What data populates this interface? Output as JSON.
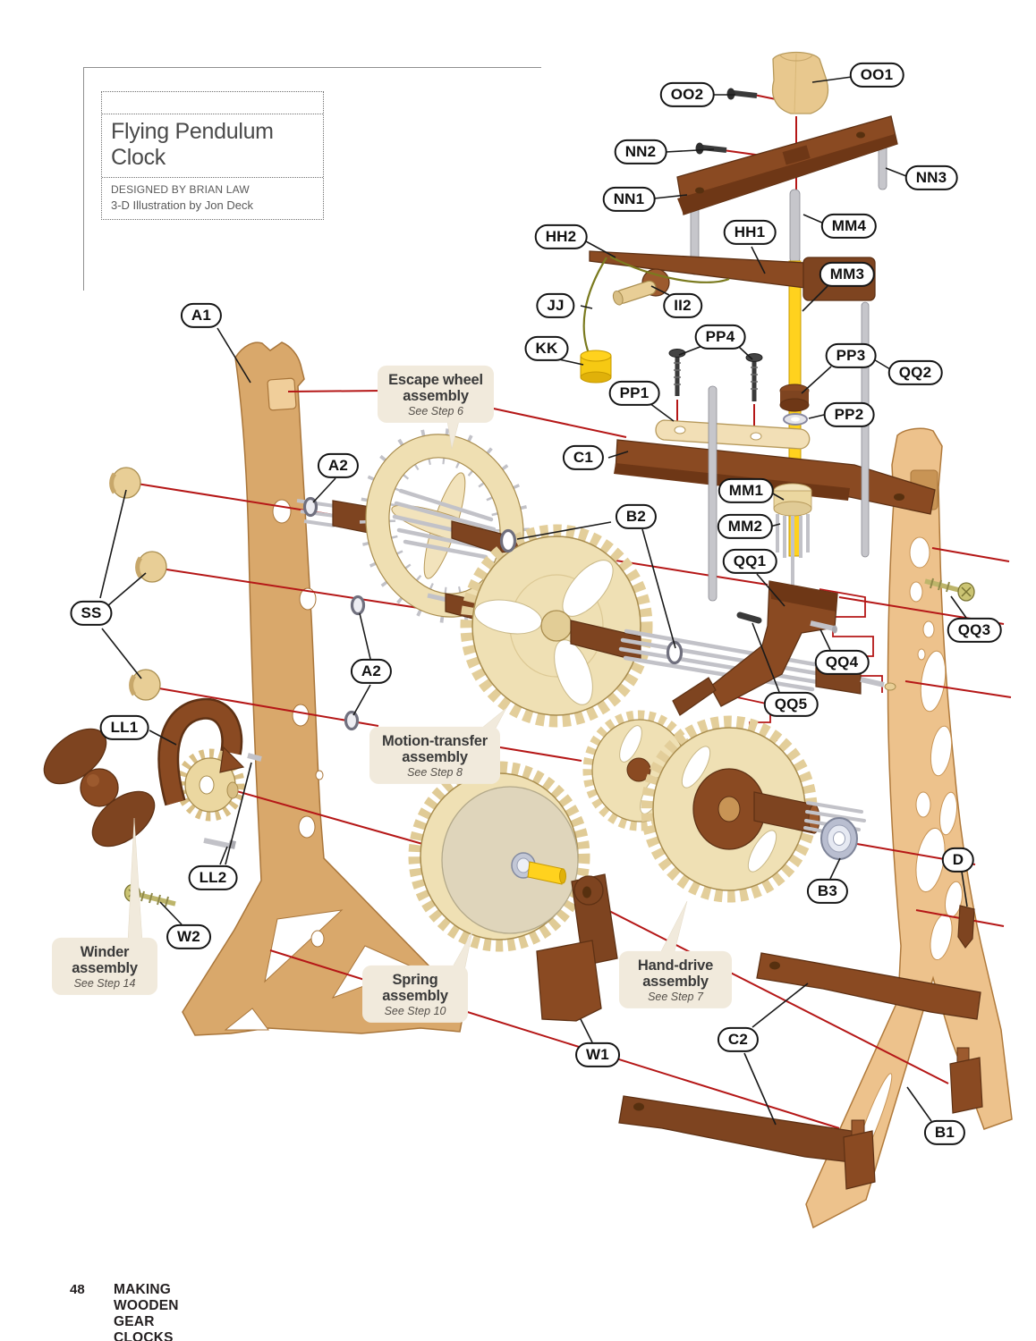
{
  "title_block": {
    "title": "Flying Pendulum Clock",
    "designed_by": "DESIGNED BY BRIAN LAW",
    "illustration_credit": "3-D Illustration by Jon Deck"
  },
  "footer": {
    "page_number": "48",
    "book_title": "MAKING WOODEN GEAR CLOCKS"
  },
  "labels": {
    "A1": "A1",
    "A2": "A2",
    "B1": "B1",
    "B2": "B2",
    "B3": "B3",
    "C1": "C1",
    "C2": "C2",
    "D": "D",
    "HH1": "HH1",
    "HH2": "HH2",
    "II2": "II2",
    "JJ": "JJ",
    "KK": "KK",
    "LL1": "LL1",
    "LL2": "LL2",
    "MM1": "MM1",
    "MM2": "MM2",
    "MM3": "MM3",
    "MM4": "MM4",
    "NN1": "NN1",
    "NN2": "NN2",
    "NN3": "NN3",
    "OO1": "OO1",
    "OO2": "OO2",
    "PP1": "PP1",
    "PP2": "PP2",
    "PP3": "PP3",
    "PP4": "PP4",
    "QQ1": "QQ1",
    "QQ2": "QQ2",
    "QQ3": "QQ3",
    "QQ4": "QQ4",
    "QQ5": "QQ5",
    "SS": "SS",
    "W1": "W1",
    "W2": "W2"
  },
  "assemblies": {
    "escape": {
      "title": "Escape wheel assembly",
      "note": "See Step 6"
    },
    "motion": {
      "title": "Motion-transfer assembly",
      "note": "See Step 8"
    },
    "hand": {
      "title": "Hand-drive assembly",
      "note": "See Step 7"
    },
    "spring": {
      "title": "Spring assembly",
      "note": "See Step 10"
    },
    "winder": {
      "title": "Winder assembly",
      "note": "See Step 14"
    }
  },
  "colors": {
    "axis_line_red": "#B51717",
    "wood_light_tan": "#EDC28C",
    "wood_mid_tan": "#D9A86B",
    "wood_dark_brown": "#8A4A22",
    "gear_cream": "#EFE0B4",
    "shaft_yellow": "#FFD21E",
    "metal_gray": "#C2C2C8",
    "callout_beige": "#F1EADC"
  }
}
